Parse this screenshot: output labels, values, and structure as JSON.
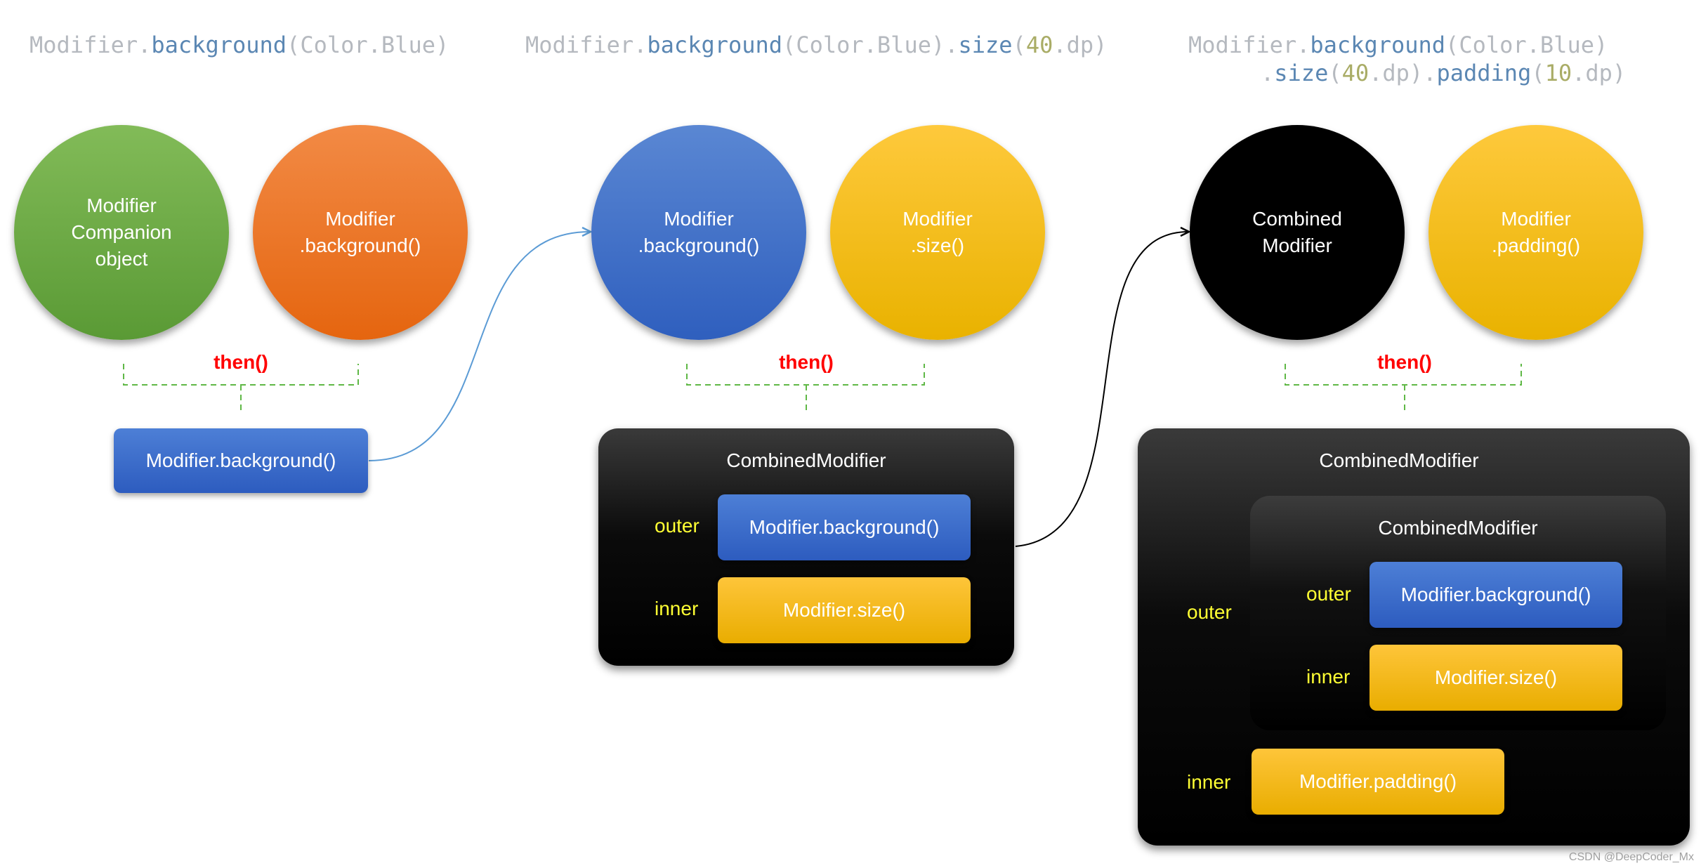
{
  "code": {
    "c1": {
      "m": "Modifier",
      "dot": ".",
      "fn": "background",
      "open": "(",
      "arg": "Color.Blue",
      "close": ")"
    },
    "c2": {
      "m": "Modifier",
      "dot1": ".",
      "fn1": "background",
      "open1": "(",
      "arg1": "Color.Blue",
      "close1": ")",
      "dot2": ".",
      "fn2": "size",
      "open2": "(",
      "num": "40",
      "unit": ".dp",
      "close2": ")"
    },
    "c3": {
      "l1": {
        "m": "Modifier",
        "dot": ".",
        "fn": "background",
        "open": "(",
        "arg": "Color.Blue",
        "close": ")"
      },
      "l2": {
        "dot1": ".",
        "fn1": "size",
        "open1": "(",
        "num1": "40",
        "unit1": ".dp",
        "close1": ")",
        "dot2": ".",
        "fn2": "padding",
        "open2": "(",
        "num2": "10",
        "unit2": ".dp",
        "close2": ")"
      }
    }
  },
  "circles": {
    "companion": {
      "l1": "Modifier",
      "l2": "Companion",
      "l3": "object"
    },
    "bg1": {
      "l1": "Modifier",
      "l2": ".background()"
    },
    "bg2": {
      "l1": "Modifier",
      "l2": ".background()"
    },
    "size": {
      "l1": "Modifier",
      "l2": ".size()"
    },
    "combined": {
      "l1": "Combined",
      "l2": "Modifier"
    },
    "padding": {
      "l1": "Modifier",
      "l2": ".padding()"
    }
  },
  "then_label": "then()",
  "result1": "Modifier.background()",
  "box1": {
    "title": "CombinedModifier",
    "outer": "outer",
    "inner": "inner",
    "outer_val": "Modifier.background()",
    "inner_val": "Modifier.size()"
  },
  "box2": {
    "title": "CombinedModifier",
    "outer": "outer",
    "inner": "inner",
    "inner_val": "Modifier.padding()",
    "nested": {
      "title": "CombinedModifier",
      "outer": "outer",
      "inner": "inner",
      "outer_val": "Modifier.background()",
      "inner_val": "Modifier.size()"
    }
  },
  "watermark": "CSDN @DeepCoder_Mx",
  "colors": {
    "then": "#ff0000",
    "label": "#ffff33",
    "code_id": "#5b87b3",
    "code_num": "#a9ac66",
    "code_plain": "#b5b9bf",
    "bracket": "#5fb846",
    "arrow_blue": "#5b9bd5"
  }
}
